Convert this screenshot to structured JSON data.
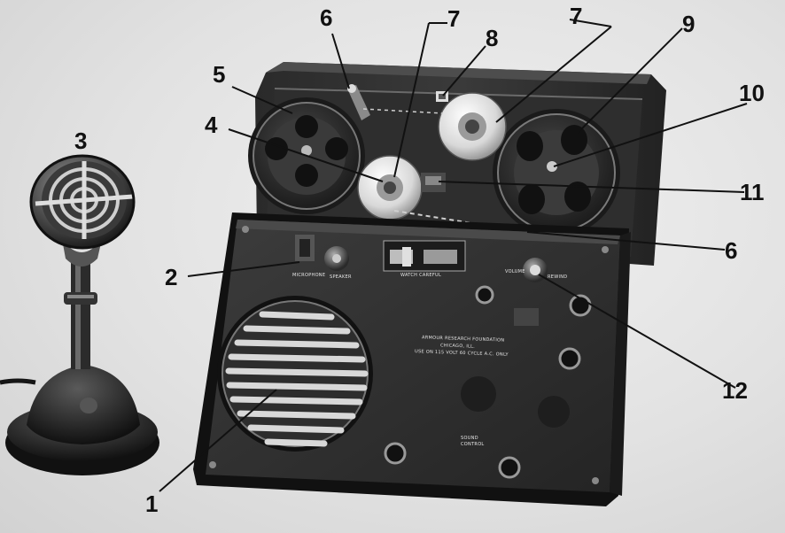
{
  "figure": {
    "callouts": {
      "c1": "1",
      "c2": "2",
      "c3": "3",
      "c4": "4",
      "c5": "5",
      "c6a": "6",
      "c6b": "6",
      "c7a": "7",
      "c7b": "7",
      "c8": "8",
      "c9": "9",
      "c10": "10",
      "c11": "11",
      "c12": "12"
    },
    "panel_text": {
      "corp_line1": "ARMOUR RESEARCH FOUNDATION",
      "corp_line2": "CHICAGO, ILL.",
      "corp_line3": "USE ON 115 VOLT 60 CYCLE A.C. ONLY",
      "switch_label": "WATCH CAREFUL",
      "left_label1": "MICROPHONE",
      "left_label2": "SPEAKER",
      "right_label1": "VOLUME",
      "right_label2": "REWIND",
      "bottom_label1": "SOUND",
      "bottom_label2": "CONTROL"
    }
  }
}
